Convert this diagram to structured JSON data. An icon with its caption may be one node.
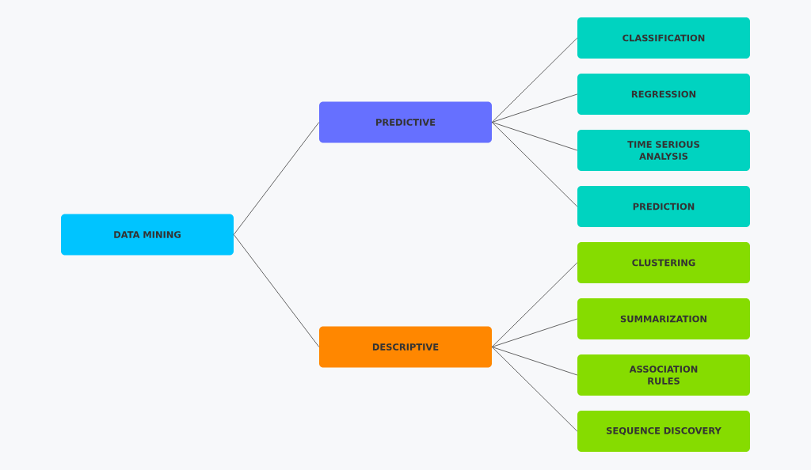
{
  "diagram": {
    "nodes": [
      {
        "text": [
          "DATA MINING"
        ]
      },
      {
        "text": [
          "PREDICTIVE"
        ]
      },
      {
        "text": [
          "DESCRIPTIVE"
        ]
      },
      {
        "text": [
          "CLASSIFICATION"
        ]
      },
      {
        "text": [
          "REGRESSION"
        ]
      },
      {
        "text": [
          "TIME SERIOUS ANALYSIS"
        ]
      },
      {
        "text": [
          "PREDICTION"
        ]
      },
      {
        "text": [
          "CLUSTERING"
        ]
      },
      {
        "text": [
          "SUMMARIZATION"
        ]
      },
      {
        "text": [
          "ASSOCIATION RULES"
        ]
      },
      {
        "text": [
          "SEQUENCE DISCOVERY"
        ]
      }
    ],
    "edges": [
      {
        "from": 0,
        "to": 1,
        "arrow": "none"
      },
      {
        "from": 0,
        "to": 2,
        "arrow": "none"
      },
      {
        "from": 1,
        "to": 3,
        "arrow": "none"
      },
      {
        "from": 1,
        "to": 4,
        "arrow": "none"
      },
      {
        "from": 1,
        "to": 5,
        "arrow": "none"
      },
      {
        "from": 1,
        "to": 6,
        "arrow": "none"
      },
      {
        "from": 2,
        "to": 7,
        "arrow": "none"
      },
      {
        "from": 2,
        "to": 8,
        "arrow": "none"
      },
      {
        "from": 2,
        "to": 9,
        "arrow": "none"
      },
      {
        "from": 2,
        "to": 10,
        "arrow": "none"
      }
    ]
  }
}
